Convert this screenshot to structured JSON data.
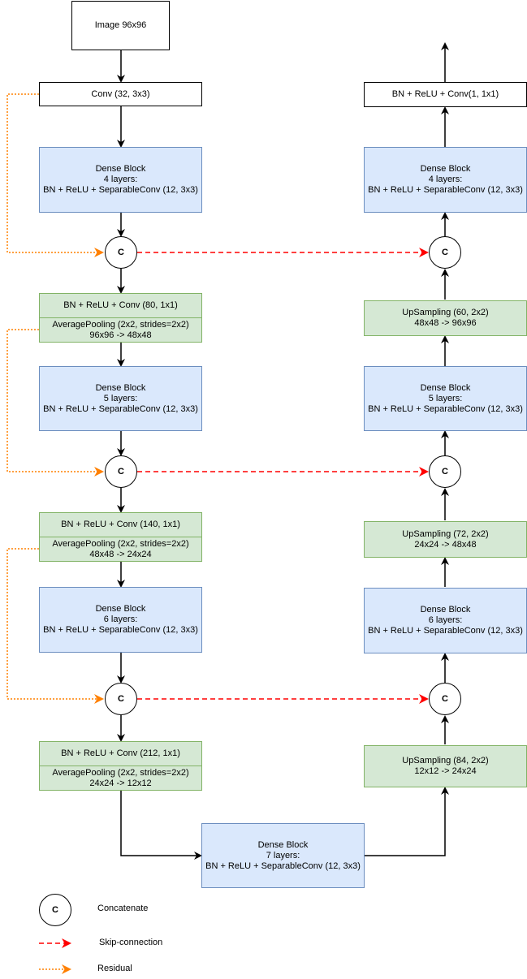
{
  "colors": {
    "dense_block_fill": "#dae8fc",
    "dense_block_border": "#6c8ebf",
    "transition_fill": "#d5e8d4",
    "transition_border": "#82b366",
    "skip_connection": "#ff0000",
    "residual": "#ff8000"
  },
  "encoder": {
    "input": "Image 96x96",
    "conv": "Conv (32, 3x3)",
    "dense1": {
      "title": "Dense Block",
      "layers": "4 layers:",
      "op": "BN + ReLU + SeparableConv (12, 3x3)"
    },
    "concat1": "C",
    "trans1": {
      "conv": "BN + ReLU + Conv (80, 1x1)",
      "pool": "AveragePooling (2x2, strides=2x2)",
      "size": "96x96 -> 48x48"
    },
    "dense2": {
      "title": "Dense Block",
      "layers": "5 layers:",
      "op": "BN + ReLU + SeparableConv (12, 3x3)"
    },
    "concat2": "C",
    "trans2": {
      "conv": "BN + ReLU + Conv (140, 1x1)",
      "pool": "AveragePooling (2x2, strides=2x2)",
      "size": "48x48 -> 24x24"
    },
    "dense3": {
      "title": "Dense Block",
      "layers": "6 layers:",
      "op": "BN + ReLU + SeparableConv (12, 3x3)"
    },
    "concat3": "C",
    "trans3": {
      "conv": "BN + ReLU + Conv (212, 1x1)",
      "pool": "AveragePooling (2x2, strides=2x2)",
      "size": "24x24 -> 12x12"
    }
  },
  "bottleneck": {
    "title": "Dense Block",
    "layers": "7 layers:",
    "op": "BN + ReLU + SeparableConv (12, 3x3)"
  },
  "decoder": {
    "up3": {
      "op": "UpSampling (84, 2x2)",
      "size": "12x12 -> 24x24"
    },
    "concat3": "C",
    "dense3": {
      "title": "Dense Block",
      "layers": "6 layers:",
      "op": "BN + ReLU + SeparableConv (12, 3x3)"
    },
    "up2": {
      "op": "UpSampling (72, 2x2)",
      "size": "24x24 -> 48x48"
    },
    "concat2": "C",
    "dense2": {
      "title": "Dense Block",
      "layers": "5 layers:",
      "op": "BN + ReLU + SeparableConv (12, 3x3)"
    },
    "up1": {
      "op": "UpSampling (60, 2x2)",
      "size": "48x48 -> 96x96"
    },
    "concat1": "C",
    "dense1": {
      "title": "Dense Block",
      "layers": "4 layers:",
      "op": "BN + ReLU + SeparableConv (12, 3x3)"
    },
    "output": "BN + ReLU + Conv(1, 1x1)"
  },
  "legend": {
    "concat_symbol": "C",
    "concat_label": "Concatenate",
    "skip_label": "Skip-connection",
    "residual_label": "Residual"
  }
}
